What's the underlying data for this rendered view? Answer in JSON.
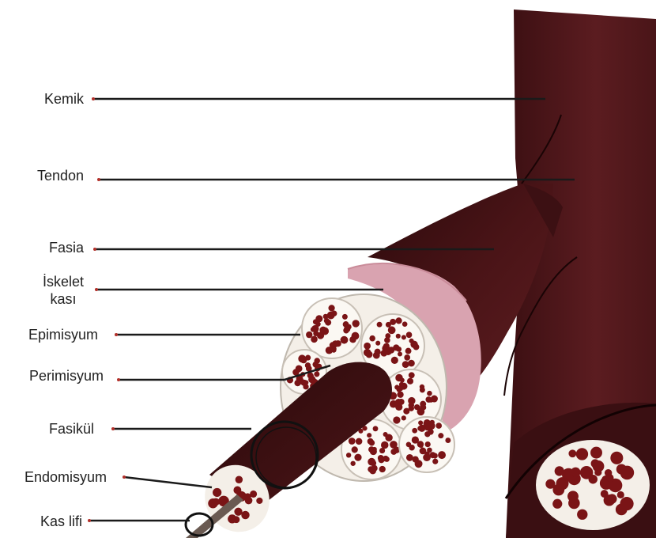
{
  "labels": {
    "kemik": "Kemik",
    "tendon": "Tendon",
    "fasia": "Fasia",
    "iskelet_1": "İskelet",
    "iskelet_2": "kası",
    "epimisyum": "Epimisyum",
    "perimisyum": "Perimisyum",
    "fasikul": "Fasikül",
    "endomisyum": "Endomisyum",
    "kas_lifi": "Kas lifi"
  },
  "colors": {
    "muscle_dark": "#3a0f12",
    "muscle_mid": "#5a1b1f",
    "fiber_red": "#7a1416",
    "epimysium_pink": "#d8a0ad",
    "fascicle_bg": "#f4efe8",
    "leader_line": "#1a1a1a",
    "marker": "#b3302a"
  }
}
